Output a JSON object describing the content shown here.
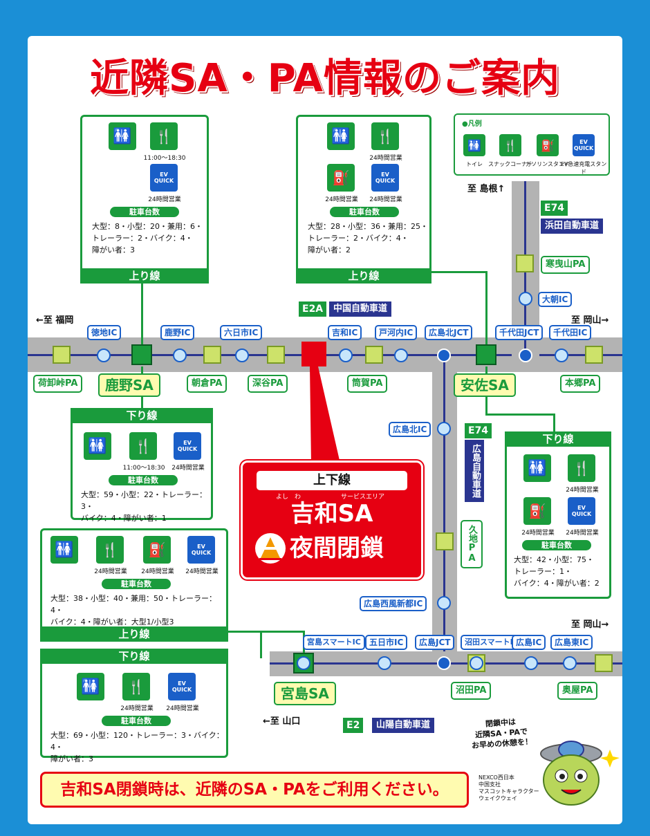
{
  "title": "近隣SA・PA情報のご案内",
  "colors": {
    "accent": "#e60012",
    "green": "#1a9b3c",
    "blue": "#1a5fc8",
    "navy": "#2a3590",
    "background": "#1b8fd6"
  },
  "legend": {
    "header": "●凡例",
    "items": [
      {
        "icon": "toilet-icon",
        "label": "トイレ"
      },
      {
        "icon": "snack-corner-icon",
        "label": "スナックコーナー"
      },
      {
        "icon": "gas-station-icon",
        "label": "ガソリンスタンド"
      },
      {
        "icon": "ev-charger-icon",
        "label": "EV急速充電スタンド"
      }
    ]
  },
  "ev_badge": "EV QUICK",
  "facilities": {
    "kano_up": {
      "snack_caption": "11:00～18:30",
      "ev_caption": "24時間営業",
      "count_header": "駐車台数",
      "count_lines": [
        "大型：8・小型：20・兼用：6・",
        "トレーラー：2・バイク：4・",
        "障がい者：3"
      ],
      "direction": "上り線"
    },
    "asa_up": {
      "snack_caption": "24時間営業",
      "gas_caption": "24時間営業",
      "ev_caption": "24時間営業",
      "count_header": "駐車台数",
      "count_lines": [
        "大型：28・小型：36・兼用：25・",
        "トレーラー：2・バイク：4・",
        "障がい者：2"
      ],
      "direction": "上り線"
    },
    "kano_down": {
      "direction": "下り線",
      "snack_caption": "11:00～18:30",
      "ev_caption": "24時間営業",
      "count_header": "駐車台数",
      "count_lines": [
        "大型：59・小型：22・トレーラー：3・",
        "バイク：4・障がい者：1"
      ]
    },
    "miyajima_up": {
      "snack_caption": "24時間営業",
      "gas_caption": "24時間営業",
      "ev_caption": "24時間営業",
      "count_header": "駐車台数",
      "count_lines": [
        "大型：38・小型：40・兼用：50・トレーラー：4・",
        "バイク：4・障がい者：大型1/小型3"
      ],
      "direction": "上り線"
    },
    "miyajima_down": {
      "direction": "下り線",
      "snack_caption": "24時間営業",
      "ev_caption": "24時間営業",
      "count_header": "駐車台数",
      "count_lines": [
        "大型：69・小型：120・トレーラー：3・バイク：4・",
        "障がい者：3"
      ]
    },
    "asa_down": {
      "direction": "下り線",
      "snack_caption": "24時間営業",
      "gas_caption": "24時間営業",
      "ev_caption": "24時間営業",
      "count_header": "駐車台数",
      "count_lines": [
        "大型：42・小型：75・",
        "トレーラー：1・",
        "バイク：4・障がい者：2"
      ]
    }
  },
  "closure": {
    "direction": "上下線",
    "ruby_left": "よし　わ",
    "ruby_right": "サービスエリア",
    "name": "吉和SA",
    "status": "夜間閉鎖"
  },
  "routes": {
    "e2a_code": "E2A",
    "e2a_name": "中国自動車道",
    "e74_code": "E74",
    "e74_name": "浜田自動車道",
    "e74b_code": "E74",
    "e74b_name": "広島自動車道",
    "e2_code": "E2",
    "e2_name": "山陽自動車道"
  },
  "directions": {
    "shimane": "至 島根↑",
    "fukuoka": "←至 福岡",
    "okayama1": "至 岡山→",
    "okayama2": "至 岡山→",
    "yamaguchi": "←至 山口"
  },
  "ics_top": [
    "徳地IC",
    "鹿野IC",
    "六日市IC",
    "吉和IC",
    "戸河内IC",
    "広島北JCT",
    "千代田JCT",
    "千代田IC"
  ],
  "pas_top": [
    "荷卸峠PA",
    "朝倉PA",
    "深谷PA",
    "筒賀PA",
    "本郷PA"
  ],
  "sas": {
    "kano": "鹿野SA",
    "asa": "安佐SA",
    "miyajima": "宮島SA"
  },
  "e74_ics": [
    "大朝IC"
  ],
  "e74_pa": "寒曳山PA",
  "hiroshima_ics": [
    "広島北IC",
    "広島西風新都IC"
  ],
  "hiroshima_pa": "久地PA",
  "ics_bottom": [
    "宮島スマートIC",
    "五日市IC",
    "広島JCT",
    "沼田スマートIC",
    "広島IC",
    "広島東IC"
  ],
  "pas_bottom": [
    "沼田PA",
    "奥屋PA"
  ],
  "mascot": {
    "speech": [
      "閉鎖中は",
      "近隣SA・PAで",
      "お早めの休憩を！"
    ],
    "credit": [
      "NEXCO西日本",
      "中国支社",
      "マスコットキャラクター",
      "ウェイクウェイ"
    ]
  },
  "notice": "吉和SA閉鎖時は、近隣のSA・PAをご利用ください。"
}
